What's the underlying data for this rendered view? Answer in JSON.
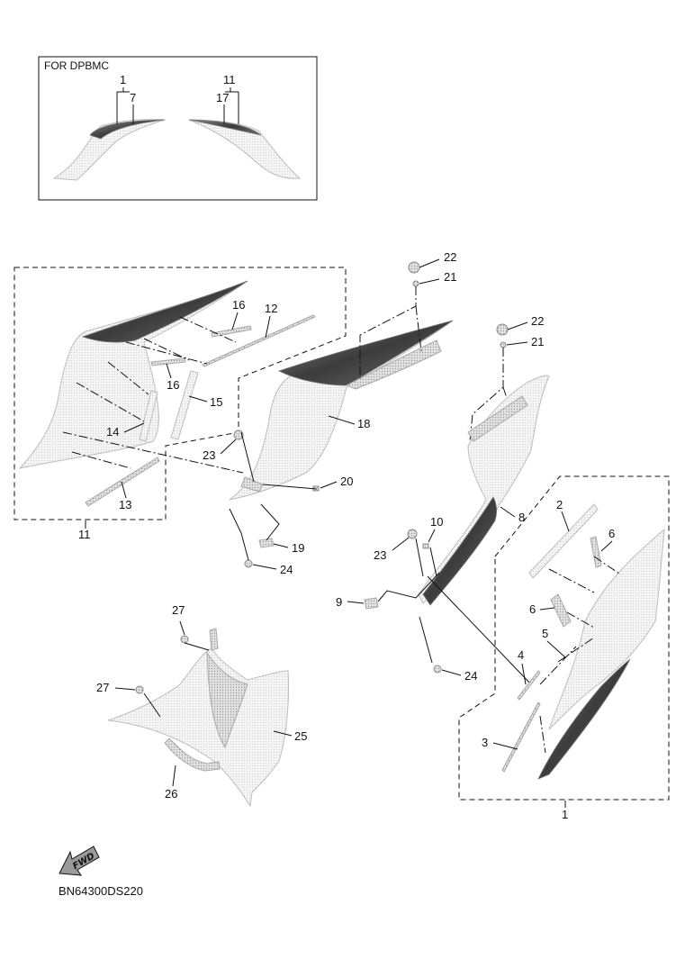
{
  "inset": {
    "title": "FOR DPBMC",
    "labels": [
      "1",
      "7",
      "11",
      "17"
    ]
  },
  "callouts": [
    "22",
    "21",
    "16",
    "12",
    "16",
    "15",
    "14",
    "13",
    "11",
    "18",
    "23",
    "20",
    "19",
    "24",
    "22",
    "21",
    "8",
    "10",
    "23",
    "9",
    "24",
    "2",
    "6",
    "6",
    "5",
    "4",
    "3",
    "1",
    "27",
    "27",
    "25",
    "26"
  ],
  "fwd_label": "FWD",
  "diagram_code": "BN64300DS220"
}
